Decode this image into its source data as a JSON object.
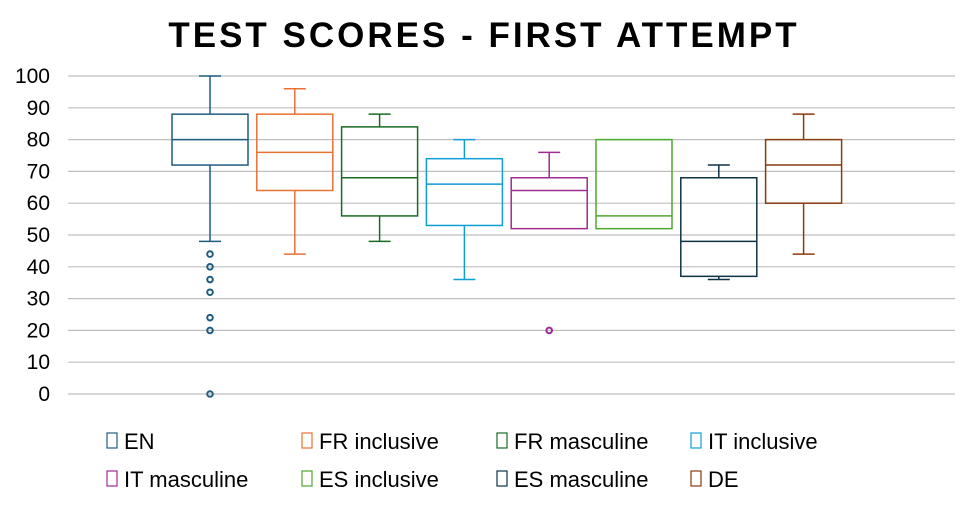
{
  "chart_data": {
    "type": "boxplot",
    "title": "TEST SCORES - FIRST ATTEMPT",
    "xlabel": "",
    "ylabel": "",
    "ylim": [
      0,
      100
    ],
    "yticks": [
      0,
      10,
      20,
      30,
      40,
      50,
      60,
      70,
      80,
      90,
      100
    ],
    "grid": true,
    "legend_position": "bottom",
    "series": [
      {
        "name": "EN",
        "color": "#1F5D80",
        "min": 48,
        "q1": 72,
        "median": 80,
        "q3": 88,
        "max": 100,
        "outliers": [
          44,
          40,
          36,
          32,
          24,
          20,
          0
        ]
      },
      {
        "name": "FR inclusive",
        "color": "#E97132",
        "min": 44,
        "q1": 64,
        "median": 76,
        "q3": 88,
        "max": 96,
        "outliers": []
      },
      {
        "name": "FR masculine",
        "color": "#196B24",
        "min": 48,
        "q1": 56,
        "median": 68,
        "q3": 84,
        "max": 88,
        "outliers": []
      },
      {
        "name": "IT inclusive",
        "color": "#0F9ED5",
        "min": 36,
        "q1": 53,
        "median": 66,
        "q3": 74,
        "max": 80,
        "outliers": []
      },
      {
        "name": "IT masculine",
        "color": "#A02B93",
        "min": 52,
        "q1": 52,
        "median": 64,
        "q3": 68,
        "max": 76,
        "outliers": [
          20
        ]
      },
      {
        "name": "ES inclusive",
        "color": "#4EA72E",
        "min": 52,
        "q1": 52,
        "median": 56,
        "q3": 80,
        "max": 80,
        "outliers": []
      },
      {
        "name": "ES masculine",
        "color": "#0E3345",
        "min": 36,
        "q1": 37,
        "median": 48,
        "q3": 68,
        "max": 72,
        "outliers": []
      },
      {
        "name": "DE",
        "color": "#8B3A0F",
        "min": 44,
        "q1": 60,
        "median": 72,
        "q3": 80,
        "max": 88,
        "outliers": []
      }
    ]
  }
}
